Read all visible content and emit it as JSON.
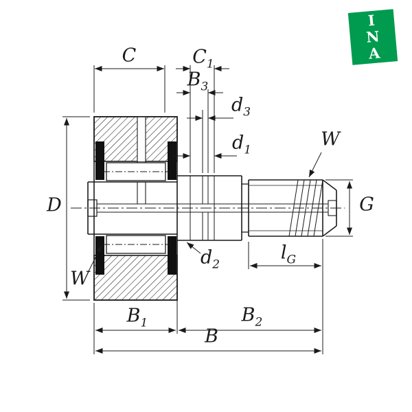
{
  "logo": {
    "letters": [
      "I",
      "N",
      "A"
    ],
    "color": "#009b4f"
  },
  "diagram": {
    "line_color": "#1a1a1a",
    "dimension_labels": {
      "C": {
        "base": "C",
        "sub": ""
      },
      "C1": {
        "base": "C",
        "sub": "1"
      },
      "B3": {
        "base": "B",
        "sub": "3"
      },
      "d3": {
        "base": "d",
        "sub": "3"
      },
      "d1": {
        "base": "d",
        "sub": "1"
      },
      "W_top": {
        "base": "W",
        "sub": ""
      },
      "D": {
        "base": "D",
        "sub": ""
      },
      "G": {
        "base": "G",
        "sub": ""
      },
      "W_bottom": {
        "base": "W",
        "sub": ""
      },
      "d2": {
        "base": "d",
        "sub": "2"
      },
      "lG": {
        "base": "l",
        "sub": "G"
      },
      "B1": {
        "base": "B",
        "sub": "1"
      },
      "B2": {
        "base": "B",
        "sub": "2"
      },
      "B": {
        "base": "B",
        "sub": ""
      }
    }
  }
}
